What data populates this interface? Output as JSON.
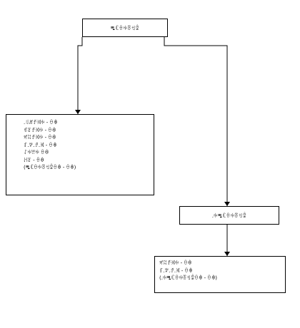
{
  "diagram": {
    "root": {
      "label": "ꗀꏸꂷꑭꁨꉬꑒ"
    },
    "left_box": {
      "items": [
        ".ꆹꏦꀋꄉꑭ - ꂷꊿ",
        "ꁍꋒꀋꄉꑭ - ꂷꊿ",
        "ꈪꉆꀋꄉꑭ - ꂷꊿ",
        "ꆏ.ꉢ.ꀋ.ꄉ - ꂷꊿ",
        "ꋍꑭꀕꑭ ꂷꊿ",
        "ꃅꋒ - ꂷꊿ",
        "(ꗀꏸꂷꑭꁨꉬꑒꂷꊿ - ꂷꊿ)"
      ]
    },
    "mid": {
      "label": ".ꑭꗀꏸꂷꑭꁨꉬꑒ"
    },
    "bottom_box": {
      "items": [
        "ꈪꉆꀋꄉꑭ - ꂷꊿ",
        "ꆏ.ꉢ.ꀋ.ꄉ - ꂷꊿ",
        "(.ꑭꗀꏸꂷꑭꁨꉬꑒꂷꊿ - ꂷꊿ)"
      ]
    }
  }
}
